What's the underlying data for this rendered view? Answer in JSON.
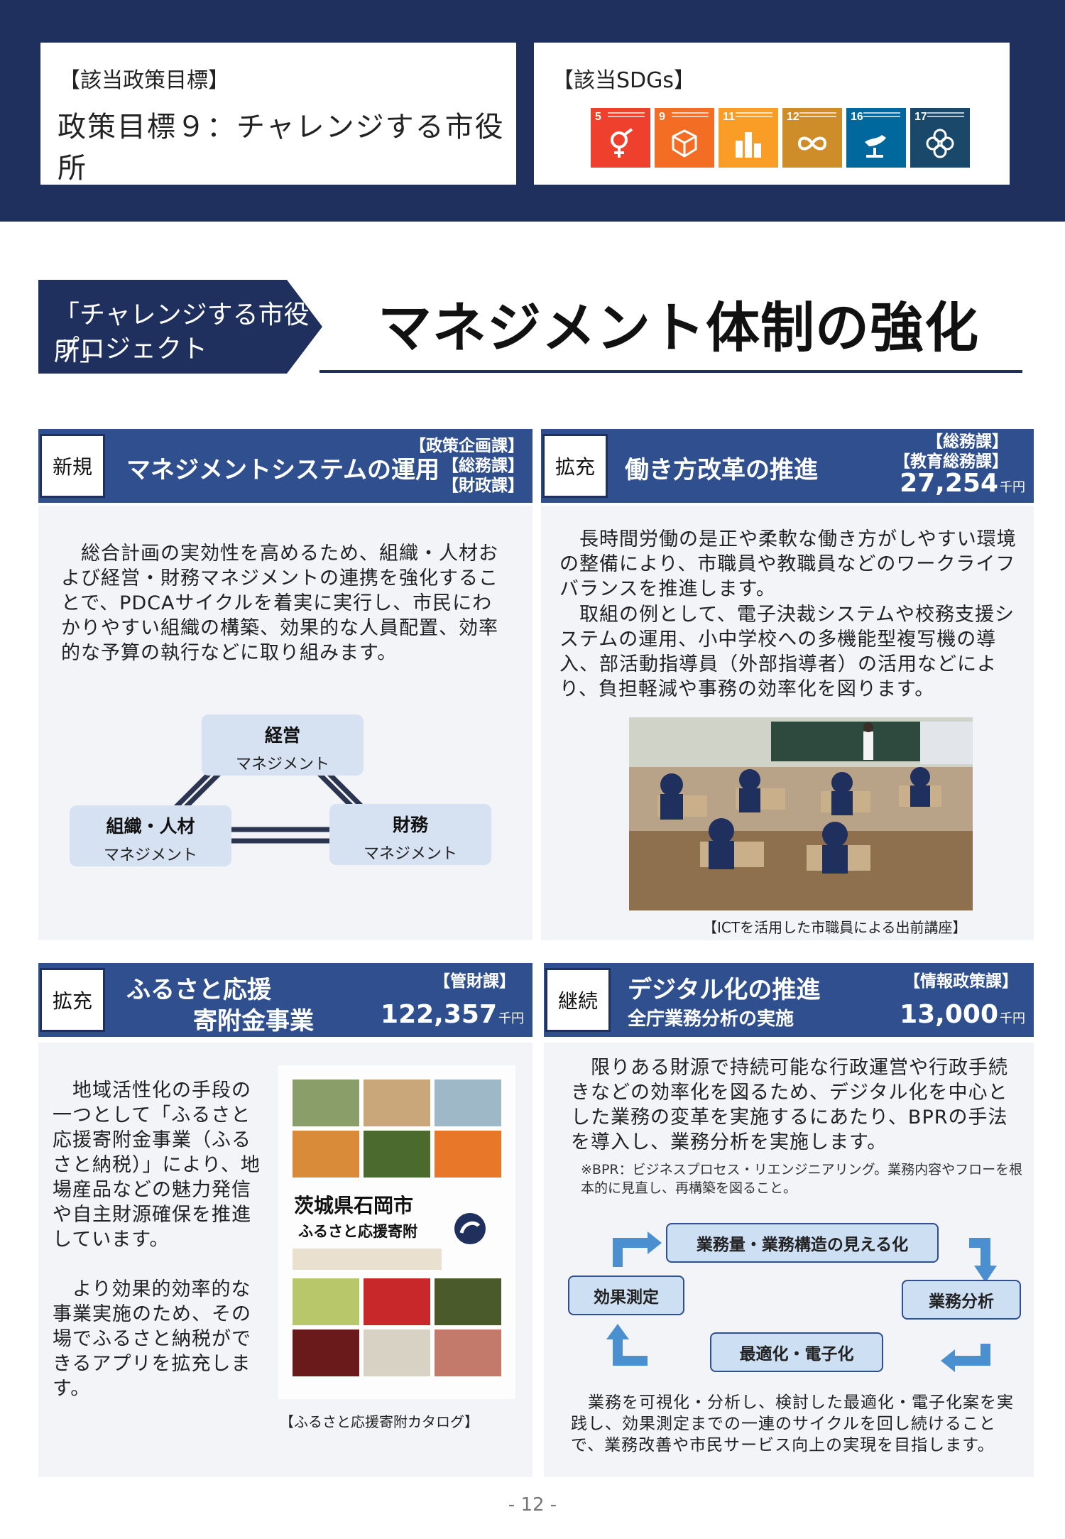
{
  "header": {
    "policy_heading": "【該当政策目標】",
    "policy_goal": "政策目標９：チャレンジする市役所",
    "sdgs_heading": "【該当SDGs】",
    "sdgs": [
      {
        "num": "5",
        "color": "#ef402d",
        "icon": "gender-equality-icon"
      },
      {
        "num": "9",
        "color": "#f36d25",
        "icon": "industry-innovation-icon"
      },
      {
        "num": "11",
        "color": "#f99d26",
        "icon": "sustainable-cities-icon"
      },
      {
        "num": "12",
        "color": "#cf8d2a",
        "icon": "responsible-consumption-icon"
      },
      {
        "num": "16",
        "color": "#00689d",
        "icon": "peace-justice-icon"
      },
      {
        "num": "17",
        "color": "#19486a",
        "icon": "partnerships-icon"
      }
    ]
  },
  "project": {
    "tag_line1": "「チャレンジする市役所」",
    "tag_line2": "プロジェクト",
    "title": "マネジメント体制の強化"
  },
  "cards": {
    "management": {
      "badge": "新規",
      "title": "マネジメントシステムの運用",
      "depts": [
        "【政策企画課】",
        "【総務課】",
        "【財政課】"
      ],
      "body": "　総合計画の実効性を高めるため、組織・人材および経営・財務マネジメントの連携を強化することで、PDCAサイクルを着実に実行し、市民にわかりやすい組織の構築、効果的な人員配置、効率的な予算の執行などに取り組みます。",
      "diagram": {
        "top": {
          "title": "経営",
          "sub": "マネジメント"
        },
        "left": {
          "title": "組織・人材",
          "sub": "マネジメント"
        },
        "right": {
          "title": "財務",
          "sub": "マネジメント"
        }
      }
    },
    "workstyle": {
      "badge": "拡充",
      "title": "働き方改革の推進",
      "depts": [
        "【総務課】",
        "【教育総務課】"
      ],
      "amount": "27,254",
      "unit": "千円",
      "body1": "　長時間労働の是正や柔軟な働き方がしやすい環境の整備により、市職員や教職員などのワークライフバランスを推進します。",
      "body2": "　取組の例として、電子決裁システムや校務支援システムの運用、小中学校への多機能型複写機の導入、部活動指導員（外部指導者）の活用などにより、負担軽減や事務の効率化を図ります。",
      "photo_caption": "【ICTを活用した市職員による出前講座】"
    },
    "furusato": {
      "badge": "拡充",
      "title1": "ふるさと応援",
      "title2": "寄附金事業",
      "depts": [
        "【管財課】"
      ],
      "amount": "122,357",
      "unit": "千円",
      "body1": "　地域活性化の手段の一つとして「ふるさと応援寄附金事業（ふるさと納税）」により、地場産品などの魅力発信や自主財源確保を推進しています。",
      "body2": "　より効果的効率的な事業実施のため、その場でふるさと納税ができるアプリを拡充します。",
      "catalog_title1": "茨城県石岡市",
      "catalog_title2": "ふるさと応援寄附",
      "catalog_caption": "【ふるさと応援寄附カタログ】"
    },
    "digital": {
      "badge": "継続",
      "title1": "デジタル化の推進",
      "title2": "全庁業務分析の実施",
      "depts": [
        "【情報政策課】"
      ],
      "amount": "13,000",
      "unit": "千円",
      "body": "　限りある財源で持続可能な行政運営や行政手続きなどの効率化を図るため、デジタル化を中心とした業務の変革を実施するにあたり、BPRの手法を導入し、業務分析を実施します。",
      "note": "※BPR：ビジネスプロセス・リエンジニアリング。業務内容やフローを根本的に見直し、再構築を図ること。",
      "cycle": {
        "top": "業務量・業務構造の見える化",
        "right": "業務分析",
        "bottom": "最適化・電子化",
        "left": "効果測定"
      },
      "footer": "　業務を可視化・分析し、検討した最適化・電子化案を実践し、効果測定までの一連のサイクルを回し続けることで、業務改善や市民サービス向上の実現を目指します。"
    }
  },
  "page_number": "- 12 -"
}
